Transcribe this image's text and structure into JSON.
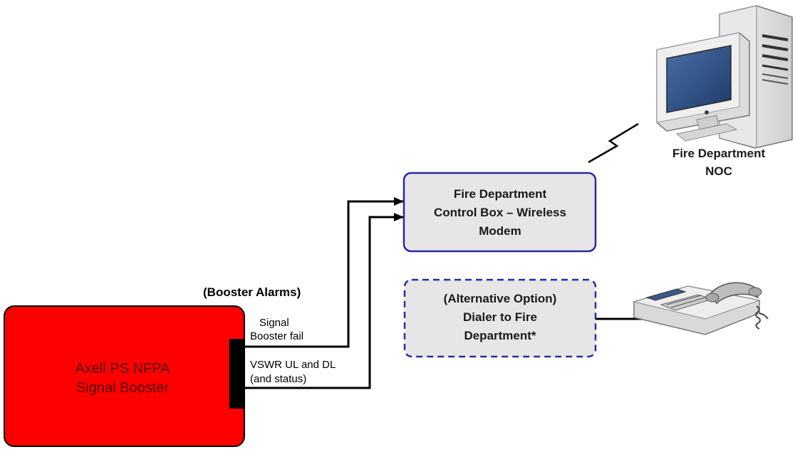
{
  "booster": {
    "line1": "Axell PS NFPA",
    "line2": "Signal Booster"
  },
  "alarms": {
    "header": "(Booster Alarms)",
    "signal_line1": "Signal",
    "signal_line2": "Booster fail",
    "vswr_line1": "VSWR UL and DL",
    "vswr_line2": "(and status)"
  },
  "control_box": {
    "line1": "Fire Department",
    "line2": "Control Box – Wireless",
    "line3": "Modem"
  },
  "dialer": {
    "line1": "(Alternative Option)",
    "line2": "Dialer to Fire",
    "line3": "Department*"
  },
  "noc": {
    "line1": "Fire Department",
    "line2": "NOC"
  },
  "icons": {
    "computer": "desktop-computer-icon",
    "phone": "telephone-icon",
    "wireless": "wireless-link-icon"
  },
  "colors": {
    "booster_fill": "#ff0000",
    "control_box_fill": "#e6e6e6",
    "control_box_border": "#2a2aa0",
    "dialer_border": "#2a2aa0"
  }
}
